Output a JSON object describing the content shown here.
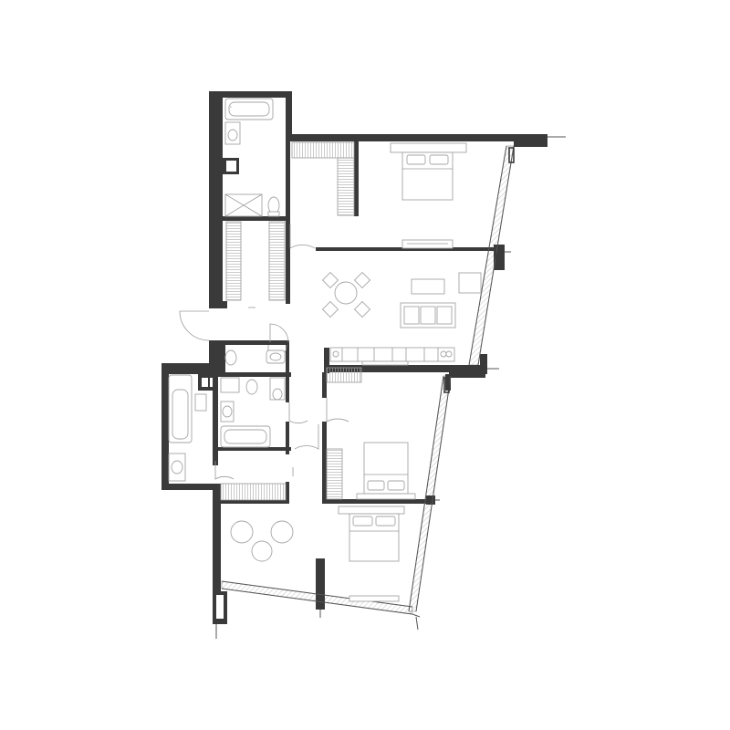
{
  "plan": {
    "colors": {
      "wall": "#3a3a3a",
      "furniture": "#a6a6a6",
      "background": "#ffffff"
    },
    "rooms": [
      {
        "id": "bedroom-top",
        "furniture": [
          "double-bed",
          "wardrobe"
        ]
      },
      {
        "id": "bath-top",
        "furniture": [
          "bathtub",
          "sink",
          "shower",
          "toilet"
        ]
      },
      {
        "id": "dressing-top",
        "furniture": [
          "wardrobe-left",
          "wardrobe-right"
        ]
      },
      {
        "id": "living-dining-kitchen",
        "furniture": [
          "round-table",
          "4-chairs",
          "sofa",
          "coffee-table",
          "tv-unit",
          "armchair",
          "kitchen-counter"
        ]
      },
      {
        "id": "entrance-hall",
        "furniture": []
      },
      {
        "id": "guest-wc",
        "furniture": [
          "toilet",
          "sink"
        ]
      },
      {
        "id": "bath-middle",
        "furniture": [
          "bathtub",
          "toilet",
          "sink"
        ]
      },
      {
        "id": "bath-left",
        "furniture": [
          "bathtub",
          "sink"
        ]
      },
      {
        "id": "bedroom-middle",
        "furniture": [
          "double-bed",
          "wardrobe"
        ]
      },
      {
        "id": "bedroom-bottom",
        "furniture": [
          "double-bed",
          "round-table",
          "2-armchairs",
          "wardrobe"
        ]
      }
    ]
  }
}
